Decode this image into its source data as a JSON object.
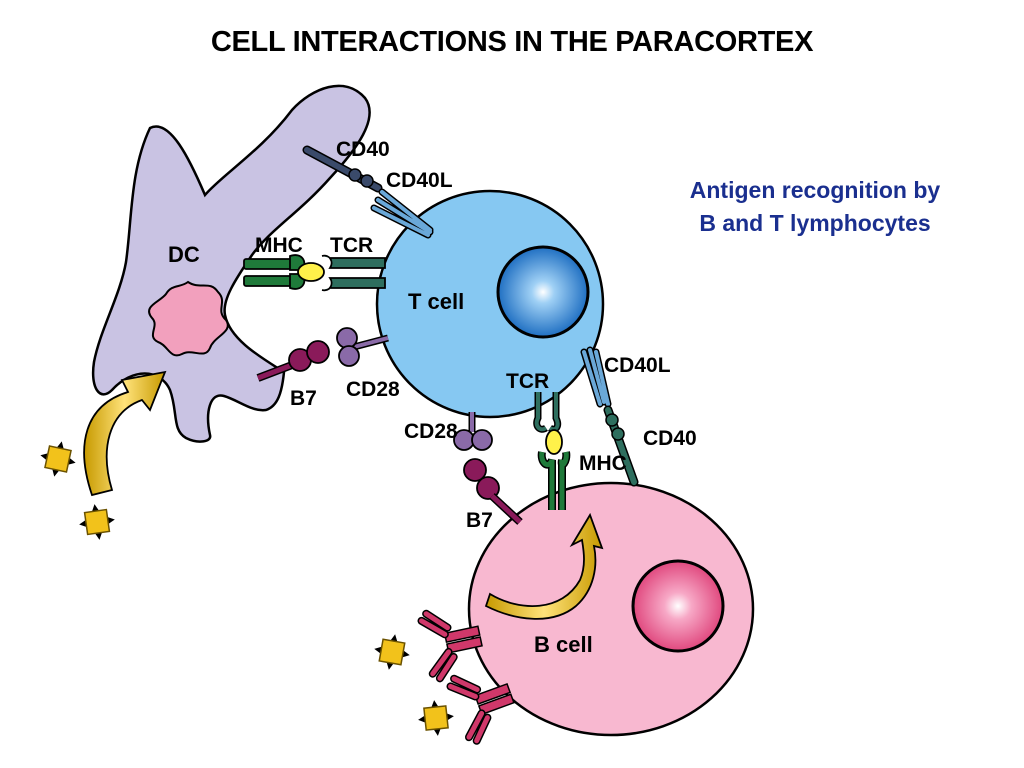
{
  "title": "CELL INTERACTIONS IN THE PARACORTEX",
  "subtitle_line1": "Antigen recognition by",
  "subtitle_line2": "B and T lymphocytes",
  "labels": {
    "dc": "DC",
    "t_cell": "T cell",
    "b_cell": "B cell",
    "cd40_dc": "CD40",
    "cd40l_t_top": "CD40L",
    "mhc_dc": "MHC",
    "tcr_t_left": "TCR",
    "b7_dc": "B7",
    "cd28_t_left": "CD28",
    "tcr_t_bottom": "TCR",
    "cd40l_t_bottom": "CD40L",
    "cd28_t_bottom": "CD28",
    "mhc_b": "MHC",
    "cd40_b": "CD40",
    "b7_b": "B7"
  },
  "colors": {
    "title": "#000000",
    "subtitle": "#1a2f8f",
    "dc_fill": "#c9c3e3",
    "t_cell_fill": "#86c8f2",
    "b_cell_fill": "#f8b8d0",
    "mhc": "#1f7a3a",
    "tcr": "#2e6e5e",
    "b7": "#8a1a5a",
    "cd28": "#8a6aa8",
    "antigen": "#f2c21b",
    "antibody": "#d0386a",
    "arrow": "#d9a800",
    "cd40": "#3a4a6a",
    "cd40l": "#6aa8d8"
  },
  "icons": [
    "antigen-icon",
    "antibody-icon",
    "internalization-arrow-icon"
  ]
}
